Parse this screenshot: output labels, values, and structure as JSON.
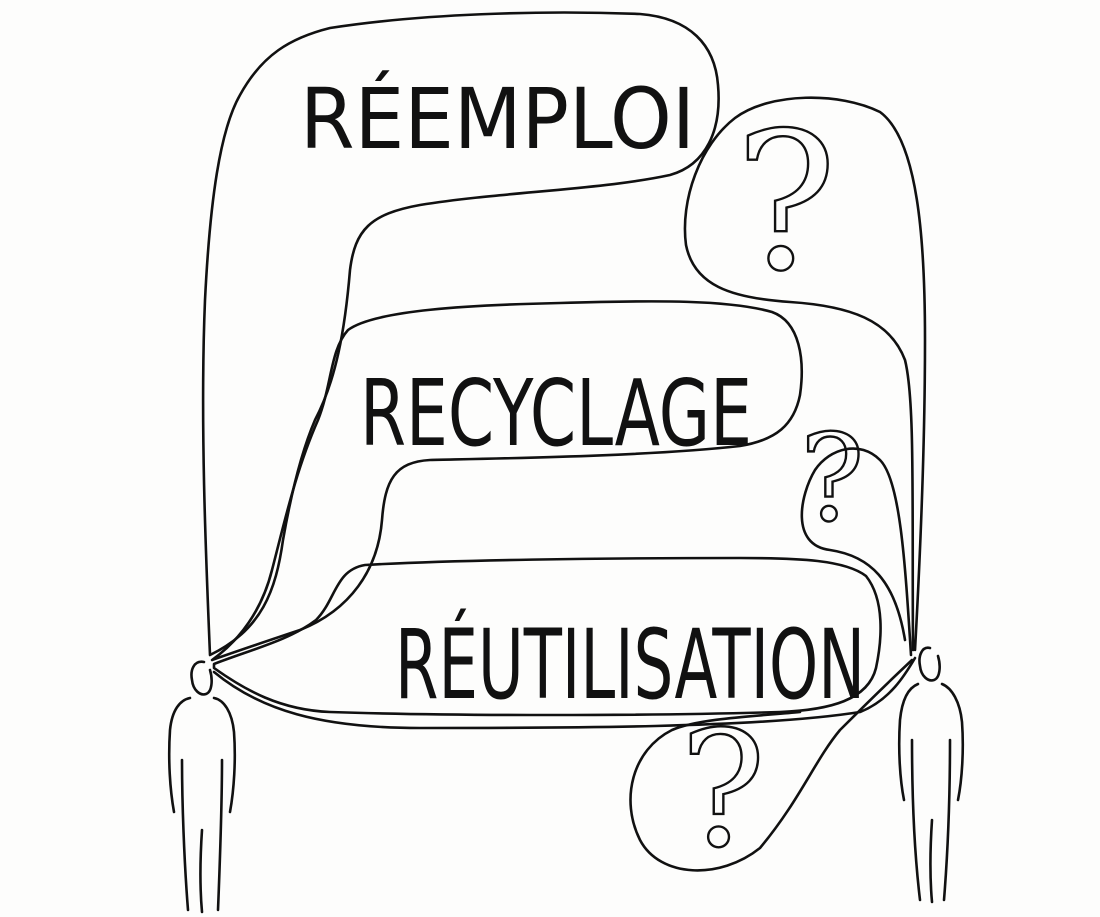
{
  "words": {
    "top": "RÉEMPLOI",
    "middle": "RECYCLAGE",
    "bottom": "RÉUTILISATION"
  },
  "question_mark": "?",
  "ink_color": "#111111",
  "paper_color": "#fdfdfc"
}
